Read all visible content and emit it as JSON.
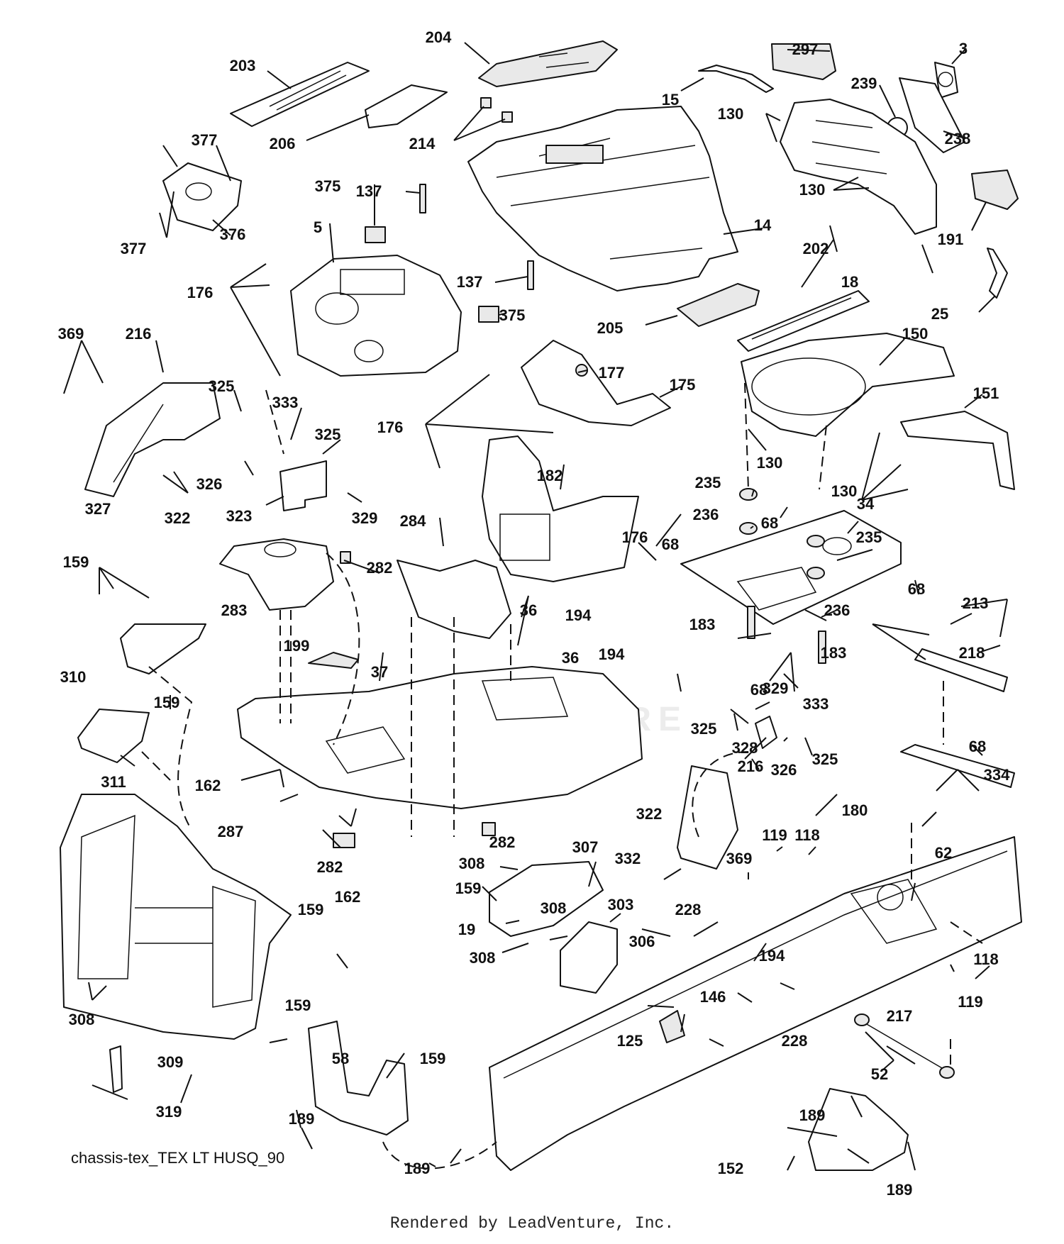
{
  "diagram": {
    "watermark": "LEADVENTURE",
    "title": "chassis-tex_TEX LT HUSQ_90",
    "credit": "Rendered by LeadVenture, Inc.",
    "callouts": [
      {
        "id": "c203",
        "text": "203"
      },
      {
        "id": "c204",
        "text": "204"
      },
      {
        "id": "c206",
        "text": "206"
      },
      {
        "id": "c214",
        "text": "214"
      },
      {
        "id": "c15",
        "text": "15"
      },
      {
        "id": "c297",
        "text": "297"
      },
      {
        "id": "c3",
        "text": "3"
      },
      {
        "id": "c239",
        "text": "239"
      },
      {
        "id": "c238",
        "text": "238"
      },
      {
        "id": "c130a",
        "text": "130"
      },
      {
        "id": "c130b",
        "text": "130"
      },
      {
        "id": "c191",
        "text": "191"
      },
      {
        "id": "c18",
        "text": "18"
      },
      {
        "id": "c25",
        "text": "25"
      },
      {
        "id": "c377a",
        "text": "377"
      },
      {
        "id": "c377b",
        "text": "377"
      },
      {
        "id": "c376",
        "text": "376"
      },
      {
        "id": "c137a",
        "text": "137"
      },
      {
        "id": "c375a",
        "text": "375"
      },
      {
        "id": "c5",
        "text": "5"
      },
      {
        "id": "c14",
        "text": "14"
      },
      {
        "id": "c202",
        "text": "202"
      },
      {
        "id": "c176a",
        "text": "176"
      },
      {
        "id": "c137b",
        "text": "137"
      },
      {
        "id": "c375b",
        "text": "375"
      },
      {
        "id": "c205",
        "text": "205"
      },
      {
        "id": "c150",
        "text": "150"
      },
      {
        "id": "c369a",
        "text": "369"
      },
      {
        "id": "c216a",
        "text": "216"
      },
      {
        "id": "c325a",
        "text": "325"
      },
      {
        "id": "c333a",
        "text": "333"
      },
      {
        "id": "c325b",
        "text": "325"
      },
      {
        "id": "c177",
        "text": "177"
      },
      {
        "id": "c175",
        "text": "175"
      },
      {
        "id": "c151",
        "text": "151"
      },
      {
        "id": "c176b",
        "text": "176"
      },
      {
        "id": "c326a",
        "text": "326"
      },
      {
        "id": "c327",
        "text": "327"
      },
      {
        "id": "c322a",
        "text": "322"
      },
      {
        "id": "c323",
        "text": "323"
      },
      {
        "id": "c329a",
        "text": "329"
      },
      {
        "id": "c182",
        "text": "182"
      },
      {
        "id": "c130c",
        "text": "130"
      },
      {
        "id": "c130d",
        "text": "130"
      },
      {
        "id": "c235a",
        "text": "235"
      },
      {
        "id": "c236a",
        "text": "236"
      },
      {
        "id": "c68a",
        "text": "68"
      },
      {
        "id": "c34",
        "text": "34"
      },
      {
        "id": "c284",
        "text": "284"
      },
      {
        "id": "c176c",
        "text": "176"
      },
      {
        "id": "c68b",
        "text": "68"
      },
      {
        "id": "c235b",
        "text": "235"
      },
      {
        "id": "c159a",
        "text": "159"
      },
      {
        "id": "c282a",
        "text": "282"
      },
      {
        "id": "c283",
        "text": "283"
      },
      {
        "id": "c36a",
        "text": "36"
      },
      {
        "id": "c194a",
        "text": "194"
      },
      {
        "id": "c236b",
        "text": "236"
      },
      {
        "id": "c68c",
        "text": "68"
      },
      {
        "id": "c213",
        "text": "213"
      },
      {
        "id": "c183a",
        "text": "183"
      },
      {
        "id": "c199",
        "text": "199"
      },
      {
        "id": "c36b",
        "text": "36"
      },
      {
        "id": "c194b",
        "text": "194"
      },
      {
        "id": "c68d",
        "text": "68"
      },
      {
        "id": "c183b",
        "text": "183"
      },
      {
        "id": "c218",
        "text": "218"
      },
      {
        "id": "c310",
        "text": "310"
      },
      {
        "id": "c37",
        "text": "37"
      },
      {
        "id": "c329b",
        "text": "329"
      },
      {
        "id": "c159b",
        "text": "159"
      },
      {
        "id": "c325c",
        "text": "325"
      },
      {
        "id": "c333b",
        "text": "333"
      },
      {
        "id": "c328",
        "text": "328"
      },
      {
        "id": "c325d",
        "text": "325"
      },
      {
        "id": "c326b",
        "text": "326"
      },
      {
        "id": "c68e",
        "text": "68"
      },
      {
        "id": "c311",
        "text": "311"
      },
      {
        "id": "c162a",
        "text": "162"
      },
      {
        "id": "c216b",
        "text": "216"
      },
      {
        "id": "c334",
        "text": "334"
      },
      {
        "id": "c322b",
        "text": "322"
      },
      {
        "id": "c180",
        "text": "180"
      },
      {
        "id": "c287",
        "text": "287"
      },
      {
        "id": "c282b",
        "text": "282"
      },
      {
        "id": "c282c",
        "text": "282"
      },
      {
        "id": "c62",
        "text": "62"
      },
      {
        "id": "c119a",
        "text": "119"
      },
      {
        "id": "c118a",
        "text": "118"
      },
      {
        "id": "c307",
        "text": "307"
      },
      {
        "id": "c332",
        "text": "332"
      },
      {
        "id": "c369b",
        "text": "369"
      },
      {
        "id": "c308a",
        "text": "308"
      },
      {
        "id": "c159c",
        "text": "159"
      },
      {
        "id": "c162b",
        "text": "162"
      },
      {
        "id": "c308b",
        "text": "308"
      },
      {
        "id": "c303",
        "text": "303"
      },
      {
        "id": "c228a",
        "text": "228"
      },
      {
        "id": "c159d",
        "text": "159"
      },
      {
        "id": "c19",
        "text": "19"
      },
      {
        "id": "c306",
        "text": "306"
      },
      {
        "id": "c194c",
        "text": "194"
      },
      {
        "id": "c118b",
        "text": "118"
      },
      {
        "id": "c308c",
        "text": "308"
      },
      {
        "id": "c146",
        "text": "146"
      },
      {
        "id": "c119b",
        "text": "119"
      },
      {
        "id": "c308d",
        "text": "308"
      },
      {
        "id": "c159e",
        "text": "159"
      },
      {
        "id": "c125",
        "text": "125"
      },
      {
        "id": "c228b",
        "text": "228"
      },
      {
        "id": "c217",
        "text": "217"
      },
      {
        "id": "c58",
        "text": "58"
      },
      {
        "id": "c309",
        "text": "309"
      },
      {
        "id": "c189a",
        "text": "189"
      },
      {
        "id": "c159f",
        "text": "159"
      },
      {
        "id": "c52",
        "text": "52"
      },
      {
        "id": "c319",
        "text": "319"
      },
      {
        "id": "c189b",
        "text": "189"
      },
      {
        "id": "c189c",
        "text": "189"
      },
      {
        "id": "c152",
        "text": "152"
      },
      {
        "id": "c189d",
        "text": "189"
      }
    ]
  }
}
